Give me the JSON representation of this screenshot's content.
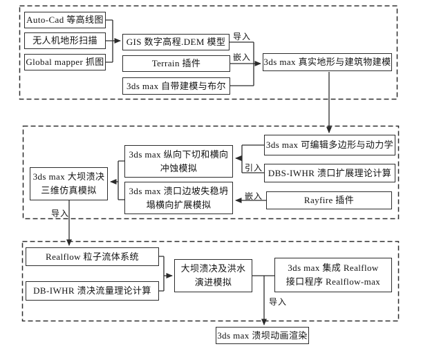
{
  "diagram": {
    "type": "flowchart",
    "colors": {
      "line": "#2b2b2b",
      "background": "#ffffff",
      "text": "#111111"
    },
    "nodes": {
      "autocad": {
        "label": "Auto-Cad 等高线图"
      },
      "uav": {
        "label": "无人机地形扫描"
      },
      "globalmapper": {
        "label": "Global mapper 抓图"
      },
      "gis": {
        "label": "GIS 数字高程.DEM 模型"
      },
      "terrain": {
        "label": "Terrain 插件"
      },
      "builtin": {
        "label": "3ds max 自带建模与布尔"
      },
      "real_terrain": {
        "label": "3ds max 真实地形与建筑物建模"
      },
      "editable_poly": {
        "label": "3ds max 可编辑多边形与动力学"
      },
      "dbs_iwhr": {
        "label": "DBS-IWHR 溃口扩展理论计算"
      },
      "rayfire": {
        "label": "Rayfire 插件"
      },
      "downcut": {
        "lines": [
          "3ds max 纵向下切和横向",
          "冲蚀模拟"
        ]
      },
      "slope_collapse": {
        "lines": [
          "3ds max 溃口边坡失稳坍",
          "塌横向扩展模拟"
        ]
      },
      "dam_break_3d": {
        "lines": [
          "3ds max 大坝溃决",
          "三维仿真模拟"
        ]
      },
      "realflow": {
        "label": "Realflow 粒子流体系统"
      },
      "db_iwhr": {
        "label": "DB-IWHR 溃决流量理论计算"
      },
      "flood_sim": {
        "lines": [
          "大坝溃决及洪水",
          "演进模拟"
        ]
      },
      "integration": {
        "lines": [
          "3ds max 集成 Realflow",
          "接口程序 Realflow-max"
        ]
      },
      "render": {
        "label": "3ds max 溃坝动画渲染"
      }
    },
    "edge_labels": {
      "import_top": "导入",
      "embed_top": "嵌入",
      "introduce_mid": "引入",
      "embed_mid": "嵌入",
      "import_mid": "导入",
      "import_bottom": "导入"
    }
  }
}
